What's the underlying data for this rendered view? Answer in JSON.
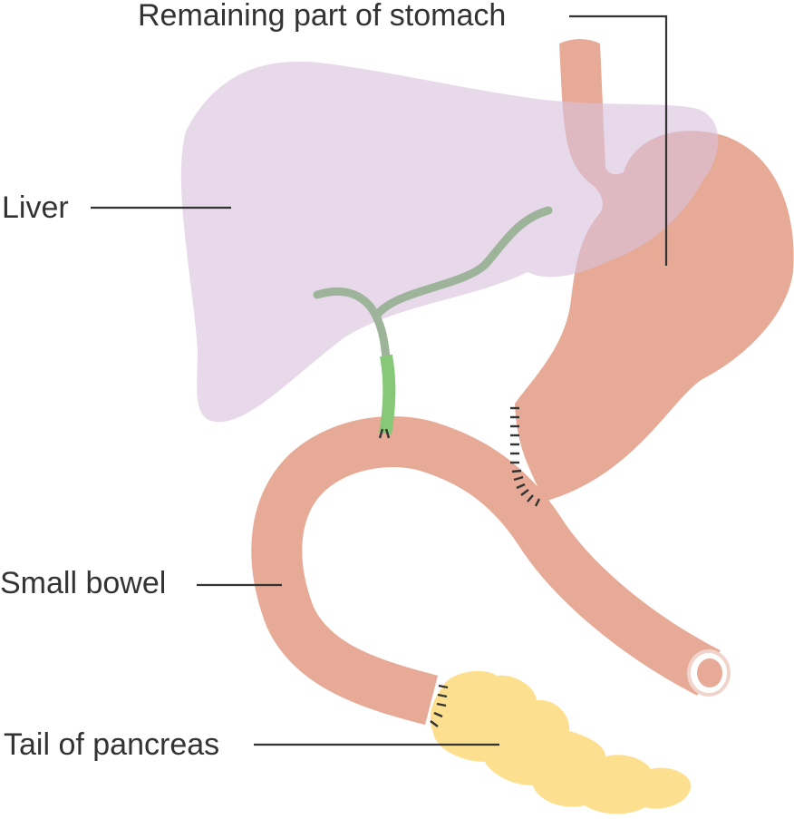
{
  "labels": {
    "stomach": "Remaining part of stomach",
    "liver": "Liver",
    "small_bowel": "Small bowel",
    "pancreas": "Tail of pancreas"
  },
  "colors": {
    "liver": "#e6d6e8",
    "stomach": "#e6aa96",
    "bowel": "#e6aa96",
    "bile_duct_upper": "#9db49b",
    "bile_duct_lower": "#86c877",
    "pancreas": "#fde08f",
    "leader_lines": "#333333",
    "stitches": "#333333"
  }
}
